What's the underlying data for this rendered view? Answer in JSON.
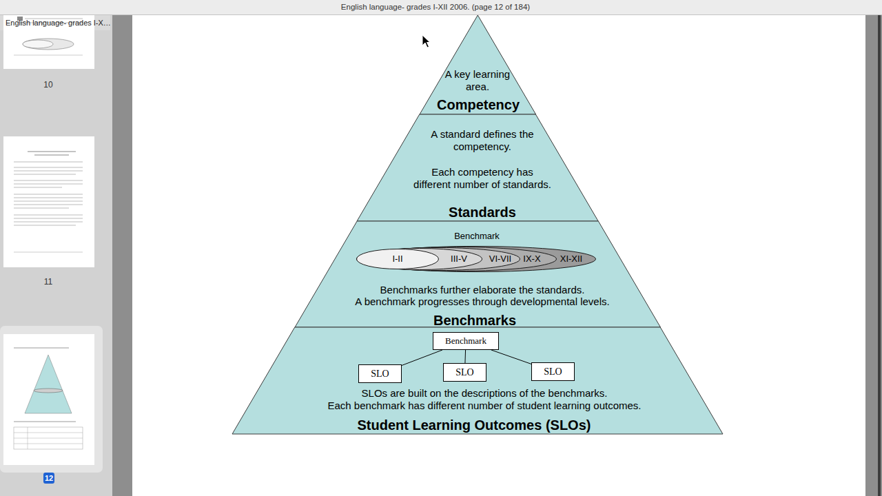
{
  "diagram": {
    "nodes": [
      {
        "text": [
          "A key learning area.",
          "Competency"
        ]
      },
      {
        "text": [
          "A standard defines the competency.",
          "Each competency has different number of standards.",
          "Standards"
        ]
      },
      {
        "text": [
          "Benchmarks further elaborate the standards.",
          "A benchmark progresses through developmental levels.",
          "Benchmarks"
        ]
      },
      {
        "text": [
          "XI-XII"
        ],
        "in": 2
      },
      {
        "text": [
          "IX-X"
        ],
        "in": 3
      },
      {
        "text": [
          "VI-VII"
        ],
        "in": 4
      },
      {
        "text": [
          "III-V"
        ],
        "in": 5
      },
      {
        "text": [
          "I-II"
        ],
        "in": 6
      },
      {
        "text": [
          "SLOs are built on the descriptions of the benchmarks.",
          "Each benchmark has different number of student learning outcomes.",
          "Student Learning Outcomes (SLOs)"
        ]
      },
      {
        "text": [
          "Benchmark"
        ],
        "in": 8
      },
      {
        "text": [
          "SLO"
        ],
        "in": 8
      },
      {
        "text": [
          "SLO"
        ],
        "in": 8
      },
      {
        "text": [
          "SLO"
        ],
        "in": 8
      }
    ],
    "edges": [
      {
        "from": 9,
        "to": 10,
        "arrow": "none"
      },
      {
        "from": 9,
        "to": 11,
        "arrow": "none"
      },
      {
        "from": 9,
        "to": 12,
        "arrow": "none"
      }
    ],
    "labels": [
      "English language- grades I-XII 2006. (page 12 of 184)",
      "English language- grades I-X…",
      "10",
      "11",
      "12",
      "Benchmark"
    ]
  }
}
